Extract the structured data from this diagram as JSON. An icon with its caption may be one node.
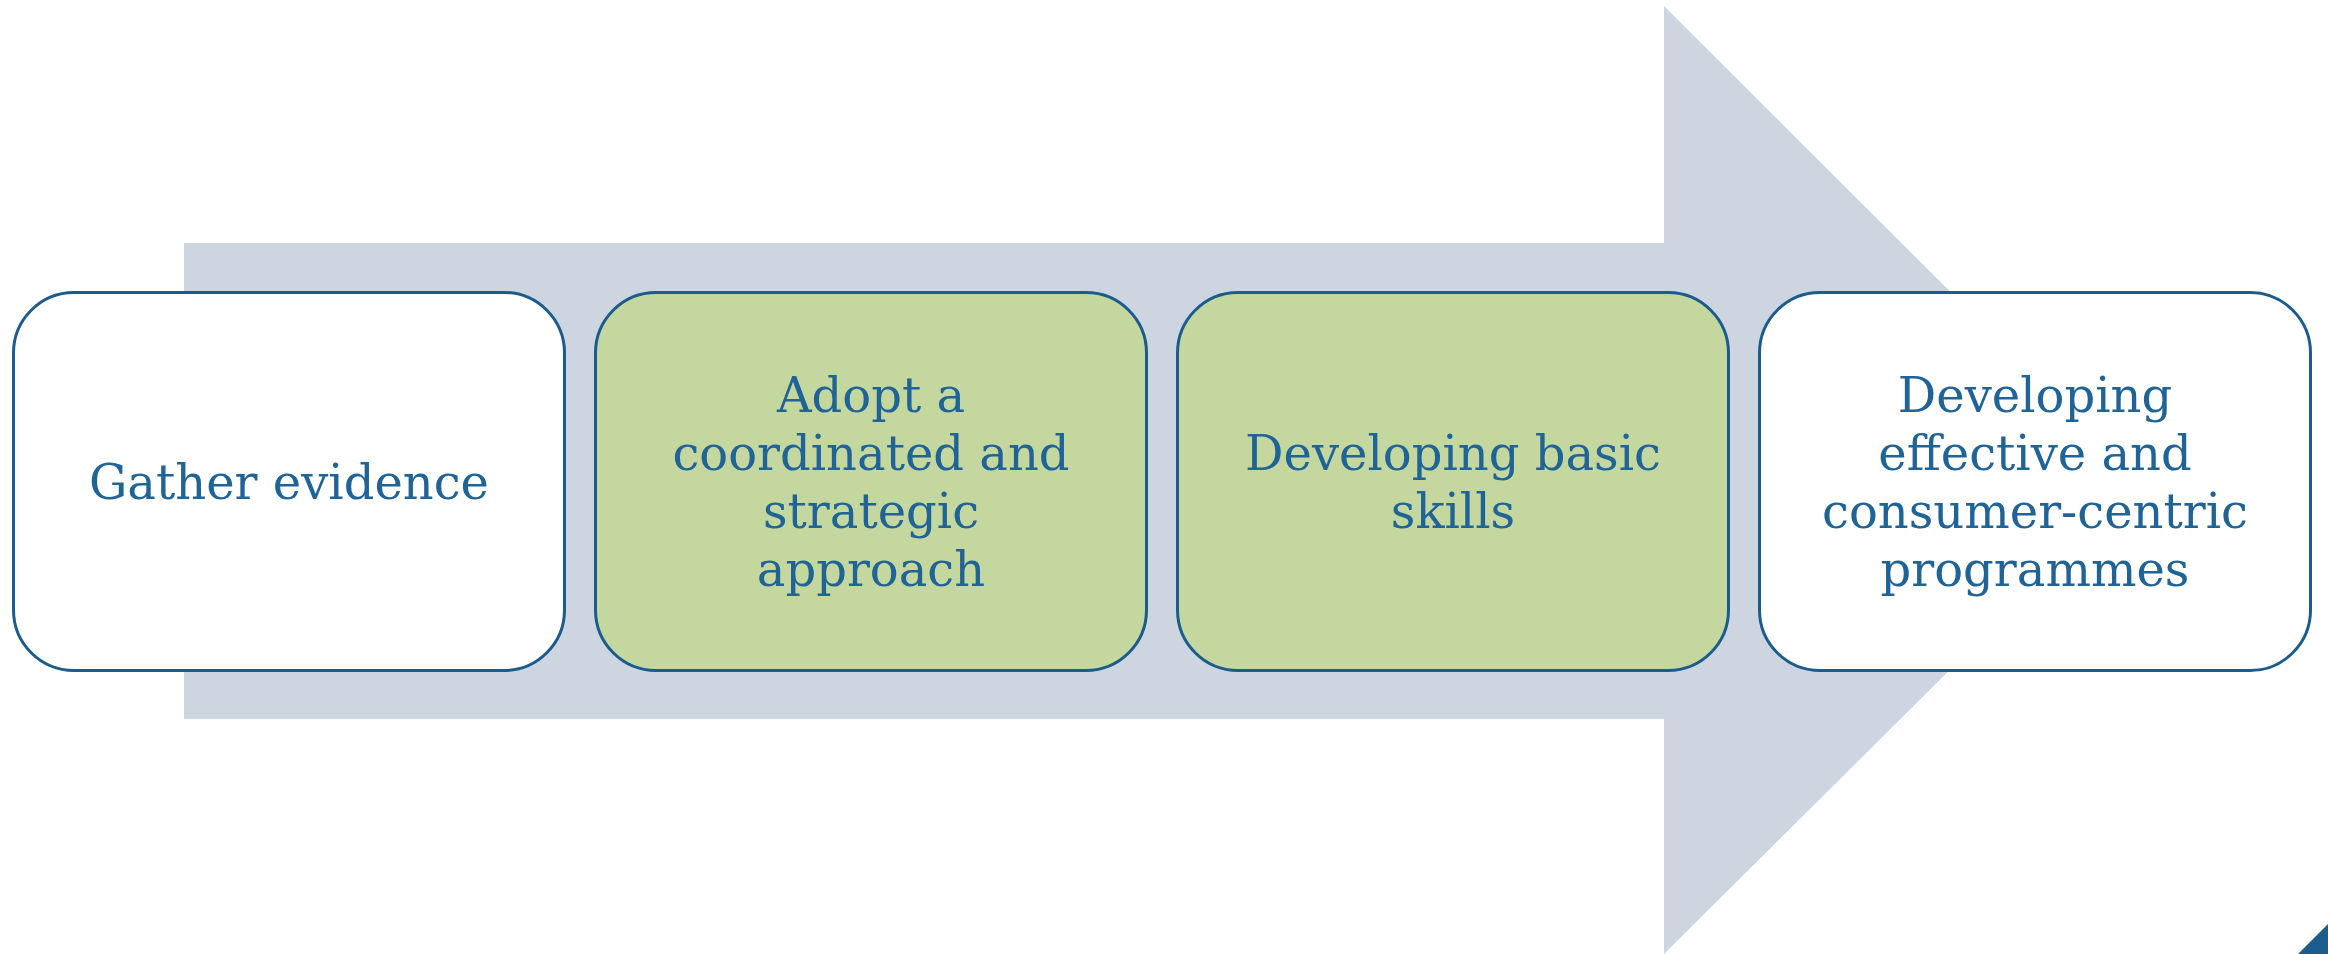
{
  "diagram": {
    "nodes": [
      {
        "text": [
          "Gather evidence"
        ]
      },
      {
        "text": [
          "Adopt a coordinated and strategic approach"
        ]
      },
      {
        "text": [
          "Developing basic skills"
        ]
      },
      {
        "text": [
          "Developing effective and consumer-centric programmes"
        ]
      }
    ],
    "edges": [
      {
        "from": 0,
        "to": 3,
        "arrow": "to"
      }
    ]
  }
}
